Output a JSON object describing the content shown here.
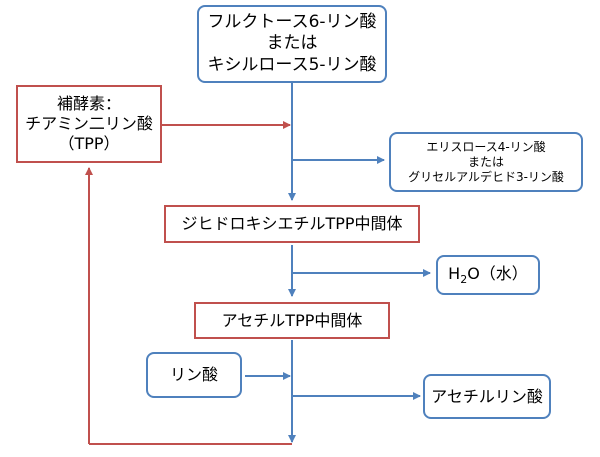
{
  "nodes": {
    "substrate": {
      "line1": "フルクトース6-リン酸",
      "line2": "または",
      "line3": "キシルロース5-リン酸"
    },
    "coenzyme": {
      "line1": "補酵素：",
      "line2": "チアミン二リン酸",
      "line3": "（TPP）"
    },
    "product_side": {
      "line1": "エリスロース4-リン酸",
      "line2": "または",
      "line3": "グリセルアルデヒド3-リン酸"
    },
    "intermediate1": {
      "label": "ジヒドロキシエチルTPP中間体"
    },
    "water": {
      "prefix": "H",
      "sub": "2",
      "suffix": "O（水）"
    },
    "intermediate2": {
      "label": "アセチルTPP中間体"
    },
    "phosphate": {
      "label": "リン酸"
    },
    "acetyl_phosphate": {
      "label": "アセチルリン酸"
    }
  },
  "colors": {
    "blue": "#4f81bd",
    "red": "#c0504d"
  }
}
